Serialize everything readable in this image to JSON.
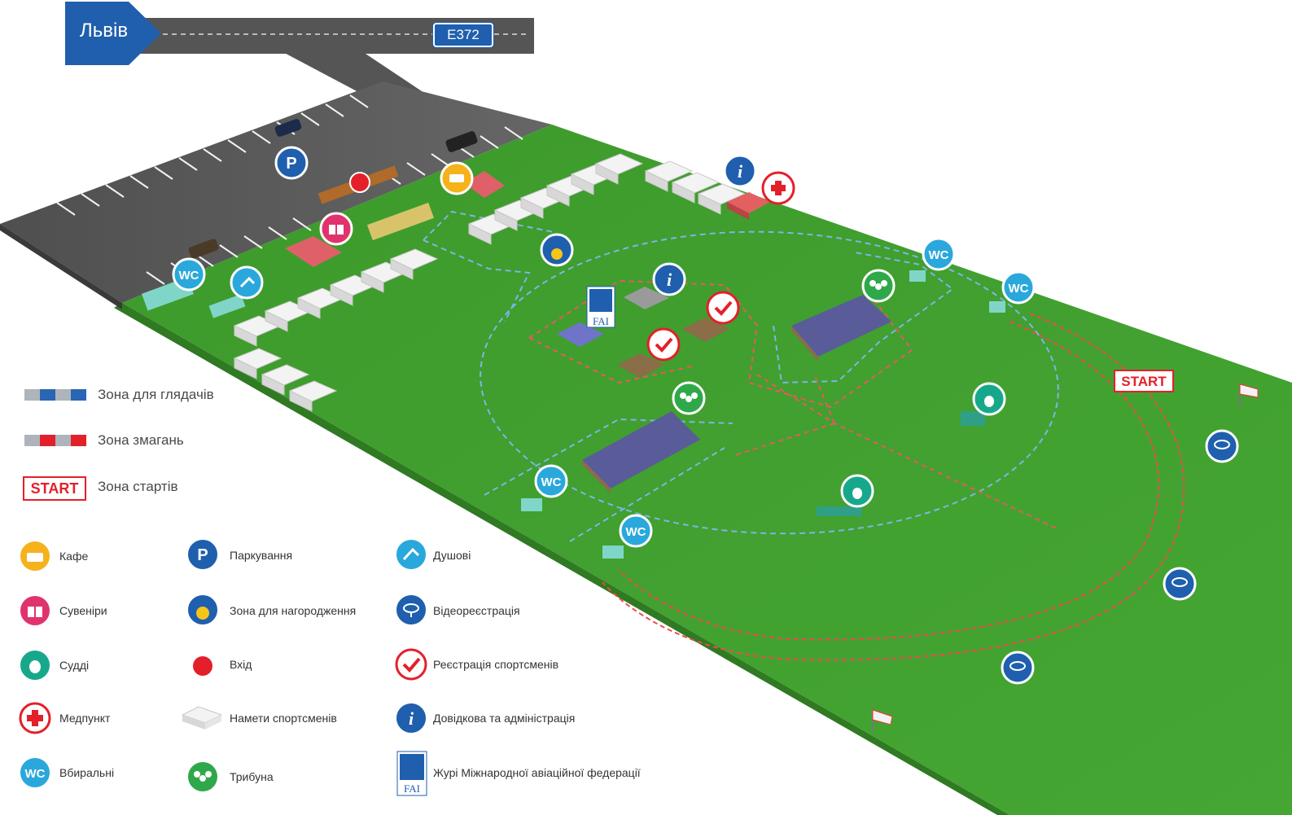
{
  "header": {
    "city": "Львів",
    "road_code": "E372"
  },
  "zones": [
    {
      "label": "Зона для глядачів",
      "color": "#2a66b3"
    },
    {
      "label": "Зона змагань",
      "color": "#e3202a"
    },
    {
      "label": "Зона стартів",
      "badge": "START"
    }
  ],
  "map_start_label": "START",
  "map_markers": {
    "wc": "WC",
    "parking": "P",
    "fai": "FAI"
  },
  "legend_col1": [
    {
      "label": "Кафе",
      "icon": "cafe-icon"
    },
    {
      "label": "Сувеніри",
      "icon": "gift-icon"
    },
    {
      "label": "Судді",
      "icon": "whistle-icon"
    },
    {
      "label": "Медпункт",
      "icon": "medical-cross-icon"
    },
    {
      "label": "Вбиральні",
      "icon": "wc-icon",
      "icon_text": "WC"
    }
  ],
  "legend_col2": [
    {
      "label": "Паркування",
      "icon": "parking-icon",
      "icon_text": "P"
    },
    {
      "label": "Зона для нагородження",
      "icon": "medal-icon"
    },
    {
      "label": "Вхід",
      "icon": "entrance-dot-icon"
    },
    {
      "label": "Намети спортсменів",
      "icon": "tent-icon"
    },
    {
      "label": "Трибуна",
      "icon": "grandstand-icon"
    }
  ],
  "legend_col3": [
    {
      "label": "Душові",
      "icon": "shower-icon"
    },
    {
      "label": "Відеореєстрація",
      "icon": "video-camera-icon"
    },
    {
      "label": "Реєстрація спортсменів",
      "icon": "checkmark-icon"
    },
    {
      "label": "Довідкова та адміністрація",
      "icon": "info-icon",
      "icon_text": "i"
    },
    {
      "label": "Журі Міжнародної авіаційної федерації",
      "icon": "fai-logo-icon",
      "icon_text": "FAI"
    }
  ],
  "colors": {
    "grass": "#3f9a2e",
    "asphalt": "#5a5a5a",
    "spectator": "#2a66b3",
    "competition": "#e3202a",
    "cafe": "#f5b21b",
    "gift": "#e0336e",
    "judge": "#17a88c",
    "medical": "#e3202a",
    "wc": "#2aa8dc",
    "parking": "#1f5fae",
    "medal": "#1f5fae",
    "entry": "#e3202a",
    "stand": "#2fa84a",
    "info": "#1f5fae",
    "video": "#1f5fae"
  }
}
